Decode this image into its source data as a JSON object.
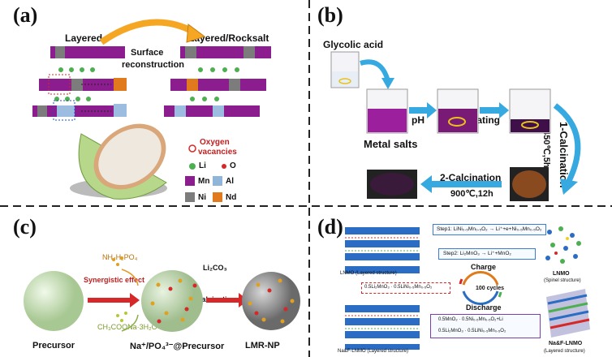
{
  "panel_a": {
    "label": "(a)",
    "left_title": "Layered",
    "right_title": "Layered/Rocksalt",
    "arrow_text_1": "Surface",
    "arrow_text_2": "reconstruction",
    "legend": {
      "oxygen_vacancies_1": "Oxygen",
      "oxygen_vacancies_2": "vacancies",
      "li": "Li",
      "o": "O",
      "mn": "Mn",
      "al": "Al",
      "ni": "Ni",
      "nd": "Nd"
    }
  },
  "panel_b": {
    "label": "(b)",
    "glycolic": "Glycolic acid",
    "metal_salts": "Metal salts",
    "ph": "pH",
    "heating": "Heating",
    "calc1": "1-Calcination",
    "calc1_cond": "450℃,5h",
    "calc2": "2-Calcination",
    "calc2_cond": "900℃,12h"
  },
  "panel_c": {
    "label": "(c)",
    "nh4": "NH₄H₂PO₄",
    "synergistic": "Synergistic effect",
    "ch3": "CH₃COONa·3H₂O",
    "li2co3": "Li₂CO₃",
    "calcination": "Calcination",
    "precursor": "Precursor",
    "na_precursor": "Na⁺/PO₄³⁻@Precursor",
    "lmr": "LMR-NP"
  },
  "panel_d": {
    "label": "(d)",
    "lnmo_layered": "LNMO (Layered structure)",
    "step1": "Step1: LiNi₀.₅Mn₀.₅O₂ → Li⁺+e+Ni₀.₅Mn₀.₅O₂",
    "step2": "Step2: Li₂MnO₃ → Li⁺+MnO₂",
    "charge": "Charge",
    "formula_mid": "0.5Li₂MnO₃ · 0.5LiNi₀.₅Mn₀.₅O₂",
    "cycles": "100 cycles",
    "discharge": "Discharge",
    "eq1": "0.5MnO₂ · 0.5Ni₀.₅Mn₀.₅O₂+Li",
    "eq2": "0.5Li₂MnO₃ · 0.5LiNi₀.₅Mn₀.₅O₂",
    "lnmo_spinel_1": "LNMO",
    "lnmo_spinel_2": "(Spinel structure)",
    "naf_layered": "Na&F-LNMO (Layered structure)",
    "naf_right_1": "Na&F-LNMO",
    "naf_right_2": "(Layered structure)"
  },
  "colors": {
    "mn": "#8b1d8f",
    "al": "#8fb6d9",
    "ni": "#7c7c7c",
    "nd": "#e07a1c",
    "arrow_blue": "#35a9e0",
    "arrow_orange": "#f5a623",
    "sphere_green": "#cfe8c5",
    "sphere_gray": "#8a8a8a",
    "red": "#d62828"
  }
}
